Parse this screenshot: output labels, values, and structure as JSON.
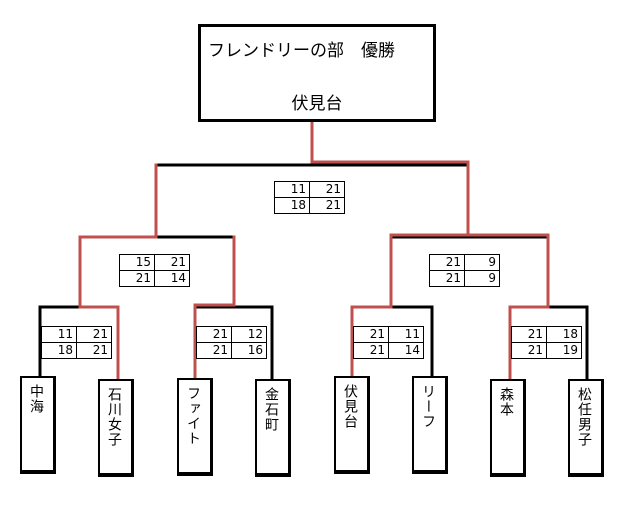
{
  "champion": {
    "title": "フレンドリーの部　優勝",
    "winner": "伏見台"
  },
  "final": {
    "scores": [
      [
        "11",
        "21"
      ],
      [
        "18",
        "21"
      ]
    ]
  },
  "semifinals": [
    {
      "scores": [
        [
          "15",
          "21"
        ],
        [
          "21",
          "14"
        ]
      ]
    },
    {
      "scores": [
        [
          "21",
          "9"
        ],
        [
          "21",
          "9"
        ]
      ]
    }
  ],
  "quarterfinals": [
    {
      "scores": [
        [
          "11",
          "21"
        ],
        [
          "18",
          "21"
        ]
      ]
    },
    {
      "scores": [
        [
          "21",
          "12"
        ],
        [
          "21",
          "16"
        ]
      ]
    },
    {
      "scores": [
        [
          "21",
          "11"
        ],
        [
          "21",
          "14"
        ]
      ]
    },
    {
      "scores": [
        [
          "21",
          "18"
        ],
        [
          "21",
          "19"
        ]
      ]
    }
  ],
  "teams": [
    "中海",
    "石川女子",
    "ファイト",
    "金石町",
    "伏見台",
    "リーフ",
    "森本",
    "松任男子"
  ],
  "colors": {
    "line": "#000000",
    "winner_path": "#c0504d"
  }
}
